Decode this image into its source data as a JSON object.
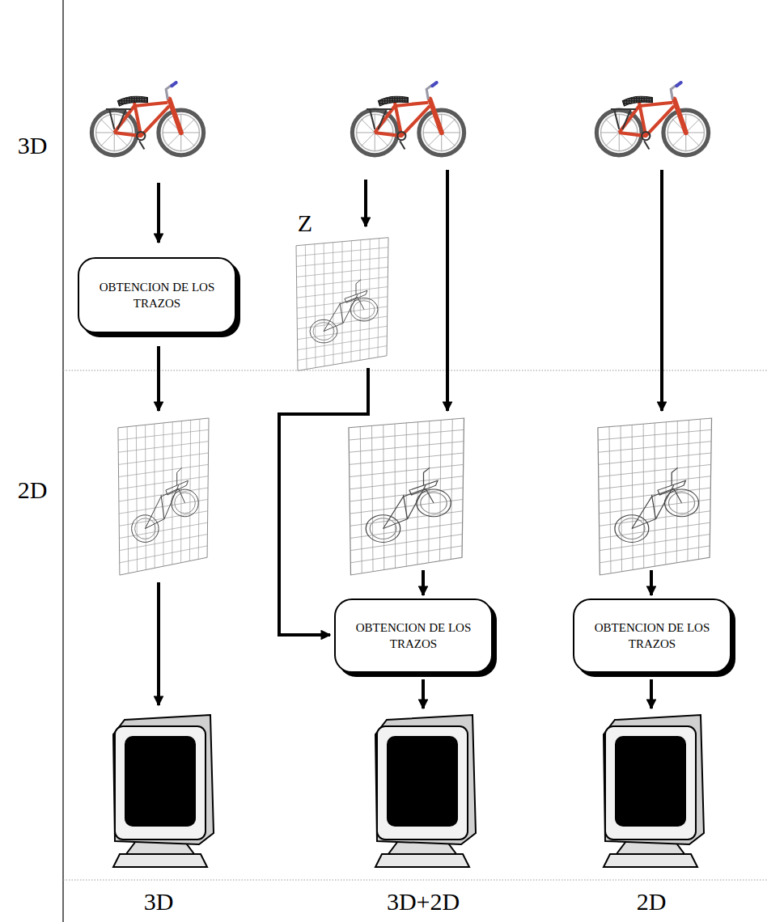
{
  "diagram": {
    "nodes": [
      {
        "text": [
          "OBTENCION DE LOS TRAZOS"
        ]
      },
      {
        "text": [
          "OBTENCION DE LOS TRAZOS"
        ]
      },
      {
        "text": [
          "OBTENCION DE LOS TRAZOS"
        ]
      }
    ],
    "labels": [
      "3D",
      "2D",
      "Z",
      "3D",
      "3D+2D",
      "2D"
    ]
  }
}
